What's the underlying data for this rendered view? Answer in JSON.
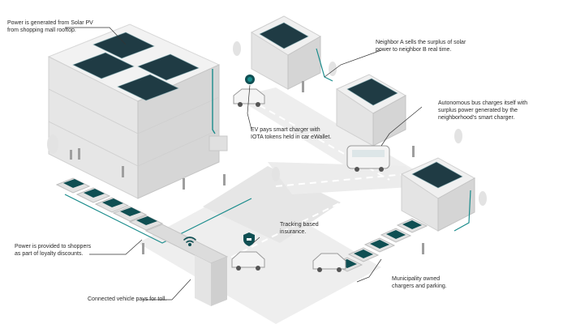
{
  "annotations": {
    "solar_mall": [
      "Power is generated from Solar PV",
      "from shopping mall rooftop."
    ],
    "neighbor_a": [
      "Neighbor A sells the surplus of solar",
      "power to neighbor B real time."
    ],
    "autonomous_bus": [
      "Autonomous bus charges itself with",
      "surplus power generated by the",
      "neighborhood's smart charger."
    ],
    "ev_pays": [
      "EV pays smart charger with",
      "IOTA tokens held in car eWallet."
    ],
    "tracking": [
      "Tracking based",
      "insurance."
    ],
    "shoppers": [
      "Power is provided to shoppers",
      "as part of loyalty discounts."
    ],
    "municipality": [
      "Municipality owned",
      "chargers and parking."
    ],
    "toll": [
      "Connected vehicle pays for toll."
    ]
  },
  "colors": {
    "teal": "#1a8c8c",
    "dark_teal": "#0f4f53",
    "panel": "#1f3b44",
    "building_light": "#f0f0f0",
    "building_mid": "#dcdcdc",
    "building_dark": "#c7c7c7",
    "road": "#e9e9e9",
    "line": "#3a3a3a"
  },
  "icons": [
    "wifi-icon",
    "shield-car-icon",
    "iota-token-icon"
  ]
}
